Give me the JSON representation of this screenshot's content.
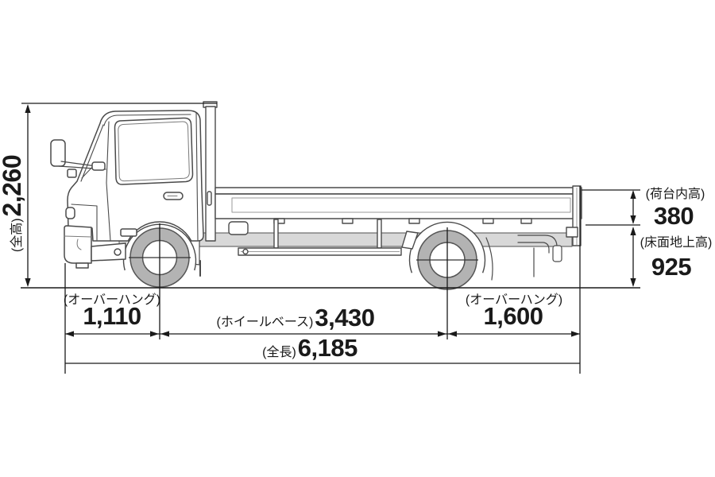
{
  "diagram": {
    "type": "truck-side-view-dimension-diagram",
    "unit": "mm",
    "dims": {
      "overall_height": {
        "label": "(全高)",
        "value": "2,260"
      },
      "bed_inner_height": {
        "label": "(荷台内高)",
        "value": "380"
      },
      "floor_to_ground": {
        "label": "(床面地上高)",
        "value": "925"
      },
      "front_overhang": {
        "label": "(オーバーハング)",
        "value": "1,110"
      },
      "wheelbase": {
        "label": "(ホイールベース)",
        "value": "3,430"
      },
      "rear_overhang": {
        "label": "(オーバーハング)",
        "value": "1,600"
      },
      "overall_length": {
        "label": "(全長)",
        "value": "6,185"
      }
    },
    "colors": {
      "dimension_line": "#1a1a1a",
      "truck_line": "#4a4a4a",
      "tire": "#b3b3b3",
      "chassis_band": "#d8d8d8"
    }
  }
}
